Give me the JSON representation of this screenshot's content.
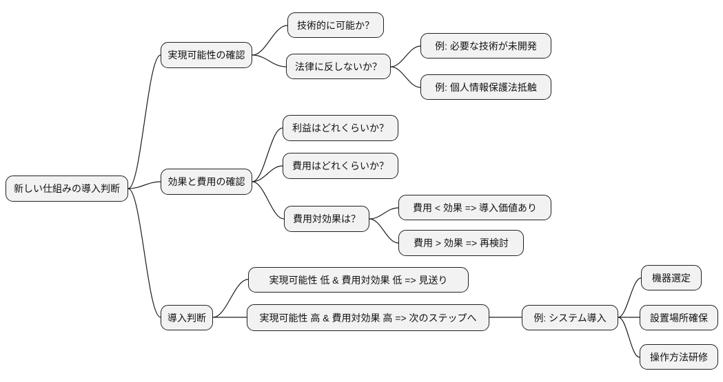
{
  "mindmap": {
    "root": {
      "label": "新しい仕組みの導入判断",
      "children": [
        {
          "label": "実現可能性の確認",
          "children": [
            {
              "label": "技術的に可能か？"
            },
            {
              "label": "法律に反しないか？",
              "children": [
                {
                  "label": "例: 必要な技術が未開発"
                },
                {
                  "label": "例: 個人情報保護法抵触"
                }
              ]
            }
          ]
        },
        {
          "label": "効果と費用の確認",
          "children": [
            {
              "label": "利益はどれくらいか？"
            },
            {
              "label": "費用はどれくらいか？"
            },
            {
              "label": "費用対効果は？",
              "children": [
                {
                  "label": "費用 < 効果 => 導入価値あり"
                },
                {
                  "label": "費用 > 効果 => 再検討"
                }
              ]
            }
          ]
        },
        {
          "label": "導入判断",
          "children": [
            {
              "label": "実現可能性 低 & 費用対効果 低 => 見送り"
            },
            {
              "label": "実現可能性 高 & 費用対効果 高 => 次のステップへ",
              "children": [
                {
                  "label": "例: システム導入",
                  "children": [
                    {
                      "label": "機器選定"
                    },
                    {
                      "label": "設置場所確保"
                    },
                    {
                      "label": "操作方法研修"
                    }
                  ]
                }
              ]
            }
          ]
        }
      ]
    },
    "style": {
      "background": "#ffffff",
      "node_fill": "#f2f2f2",
      "node_border": "#1f1f1f",
      "edge_color": "#1a1a1a",
      "text_color": "#111111"
    }
  }
}
